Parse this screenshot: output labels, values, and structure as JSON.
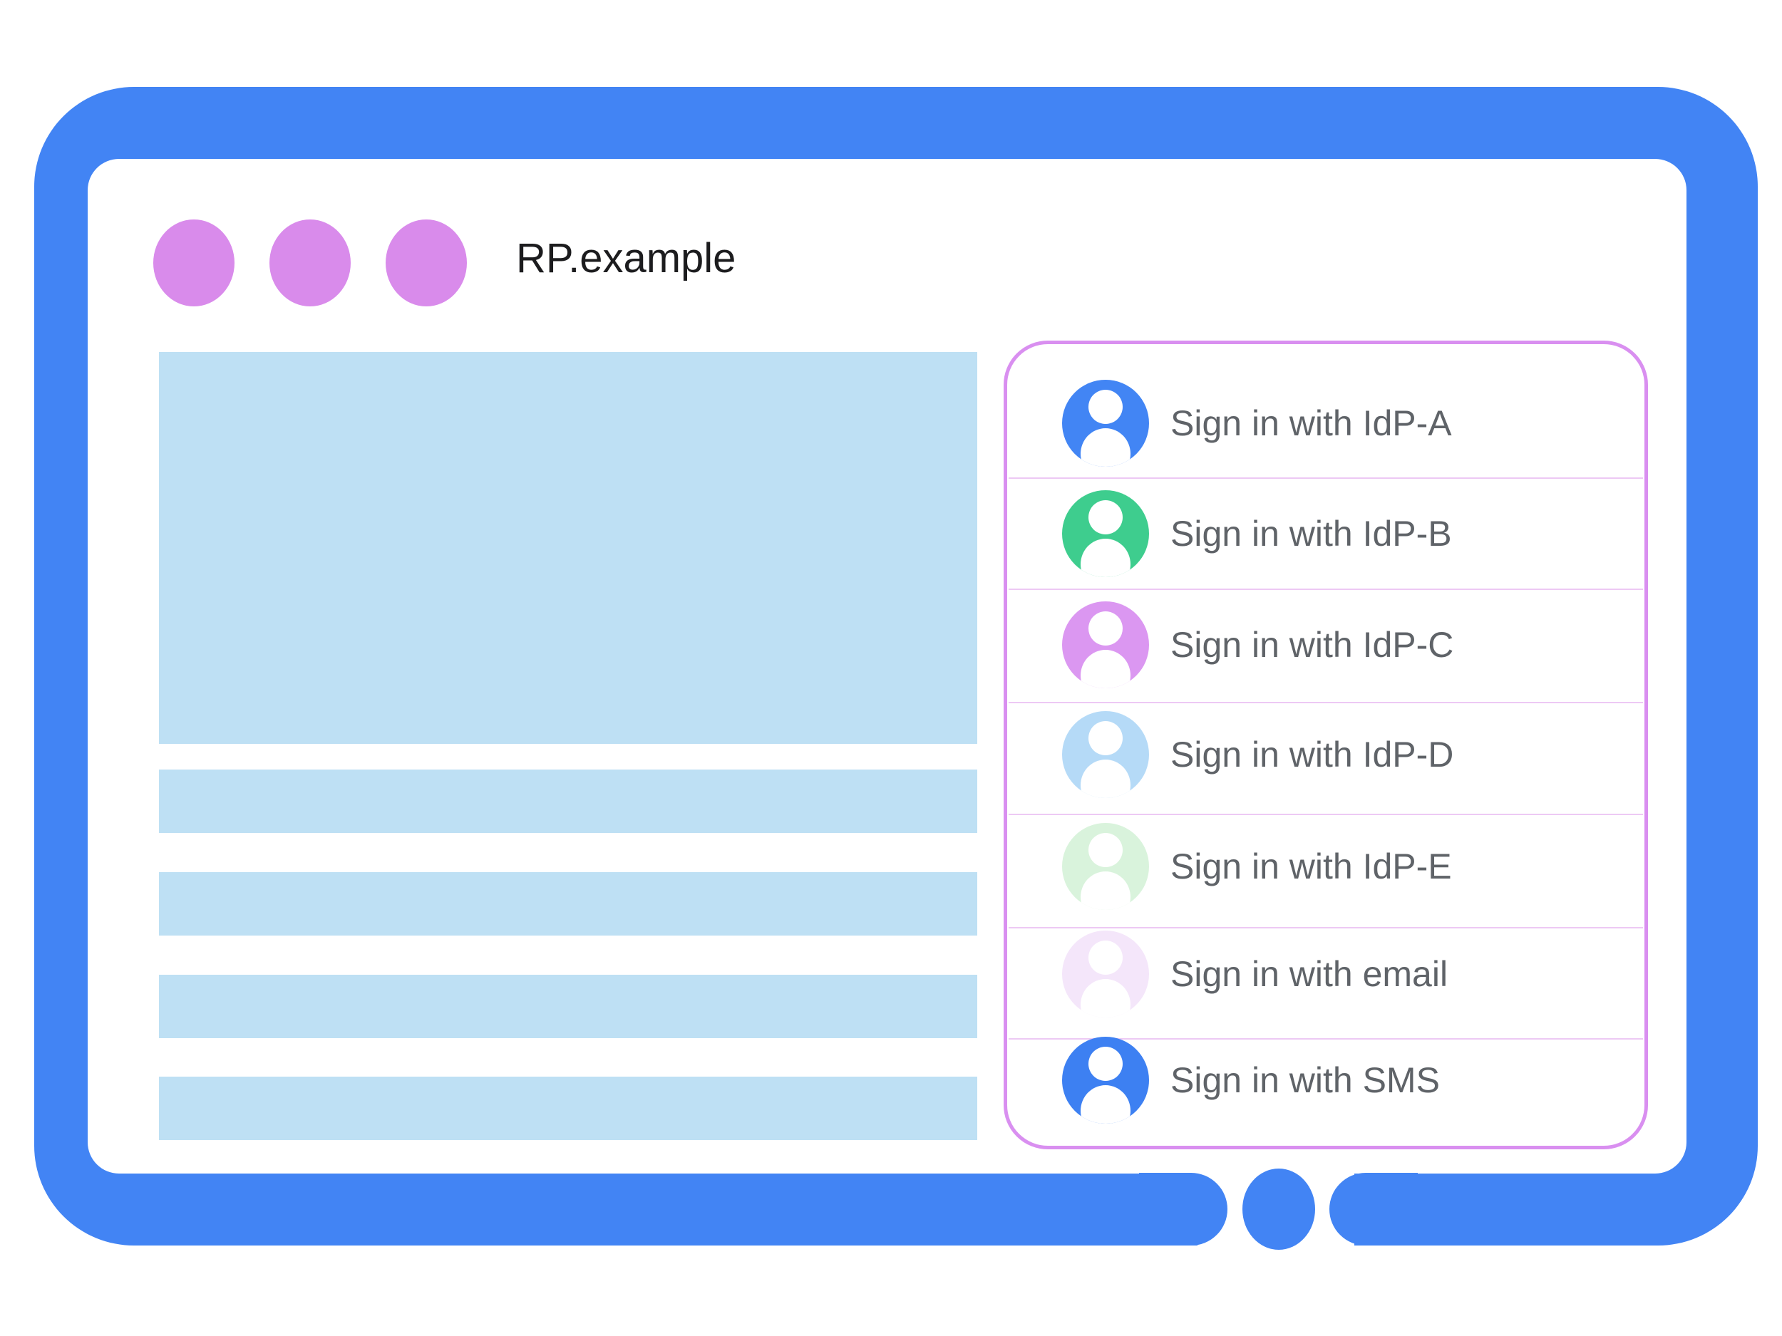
{
  "window": {
    "title": "RP.example",
    "control_dot_count": 3
  },
  "colors": {
    "frame_blue": "#4284F4",
    "window_dot_purple": "#D98BEB",
    "placeholder_blue": "#BEE0F4",
    "panel_border_pink": "#D98FF0",
    "panel_divider_pink": "#EDC9F4",
    "label_gray": "#5F6368",
    "title_black": "#1C1C1E"
  },
  "signin_panel": {
    "items": [
      {
        "label": "Sign in with IdP-A",
        "avatar_color": "#4285F4",
        "icon": "person-icon"
      },
      {
        "label": "Sign in with IdP-B",
        "avatar_color": "#3ECD8E",
        "icon": "person-icon"
      },
      {
        "label": "Sign in with IdP-C",
        "avatar_color": "#DB97F1",
        "icon": "person-icon"
      },
      {
        "label": "Sign in with IdP-D",
        "avatar_color": "#B5DAF7",
        "icon": "person-icon"
      },
      {
        "label": "Sign in with IdP-E",
        "avatar_color": "#D9F3DC",
        "icon": "person-icon"
      },
      {
        "label": "Sign in with email",
        "avatar_color": "#F4E6FA",
        "icon": "person-icon"
      },
      {
        "label": "Sign in with SMS",
        "avatar_color": "#3D80F2",
        "icon": "person-icon"
      }
    ]
  },
  "content_placeholder": {
    "hero_block": 1,
    "line_count": 4
  }
}
